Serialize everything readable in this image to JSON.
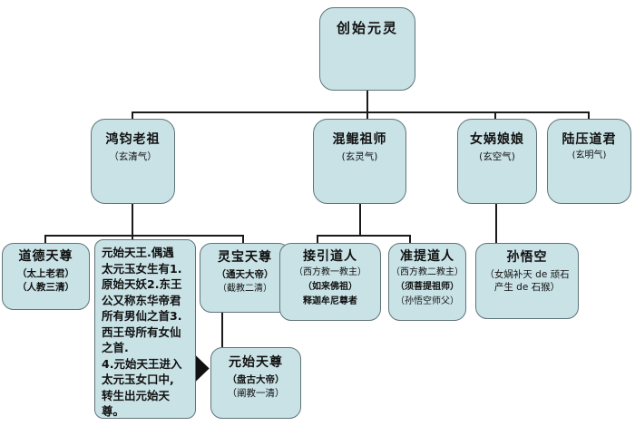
{
  "colors": {
    "node_fill": "#c9e2e6",
    "node_border": "#5f7479",
    "connector_line": "#1a1a1a",
    "arrow": "#111111",
    "background": "#ffffff"
  },
  "nodes": {
    "chuangshi": {
      "title": "创始元灵"
    },
    "hongjun": {
      "title": "鸿钧老祖",
      "sub1": "（玄清气）"
    },
    "hunkun": {
      "title": "混鲲祖师",
      "sub1": "(玄灵气)"
    },
    "nuwa": {
      "title": "女娲娘娘",
      "sub1": "(玄空气)"
    },
    "luya": {
      "title": "陆压道君",
      "sub1": "(玄明气)"
    },
    "daode": {
      "title": "道德天尊",
      "sub1": "（太上老君）",
      "sub2": "（人教三清）"
    },
    "lingbao": {
      "title": "灵宝天尊",
      "sub1": "（通天大帝）",
      "sub2": "（截教二清）"
    },
    "jieyin": {
      "title": "接引道人",
      "sub1": "（西方教一教主）",
      "sub2": "（如来佛祖）",
      "sub3": "释迦牟尼尊者"
    },
    "zhunti": {
      "title": "准提道人",
      "sub1": "（西方教二教主）",
      "sub2": "（须菩提祖师）",
      "sub3": "（孙悟空师父）"
    },
    "sunwukong": {
      "title": "孙悟空",
      "sub1": "（女娲补天 de 顽石产生 de 石猴）"
    },
    "yuanshi": {
      "title": "元始天尊",
      "sub1": "（盘古大帝）",
      "sub2": "（阐教一清）"
    }
  },
  "note": {
    "text": "元始天王.偶遇\n太元玉女生有1.\n原始天妖2.东王\n公又称东华帝君\n所有男仙之首3.\n西王母所有女仙\n之首.\n4.元始天王进入\n太元玉女口中,\n转生出元始天\n尊。"
  }
}
